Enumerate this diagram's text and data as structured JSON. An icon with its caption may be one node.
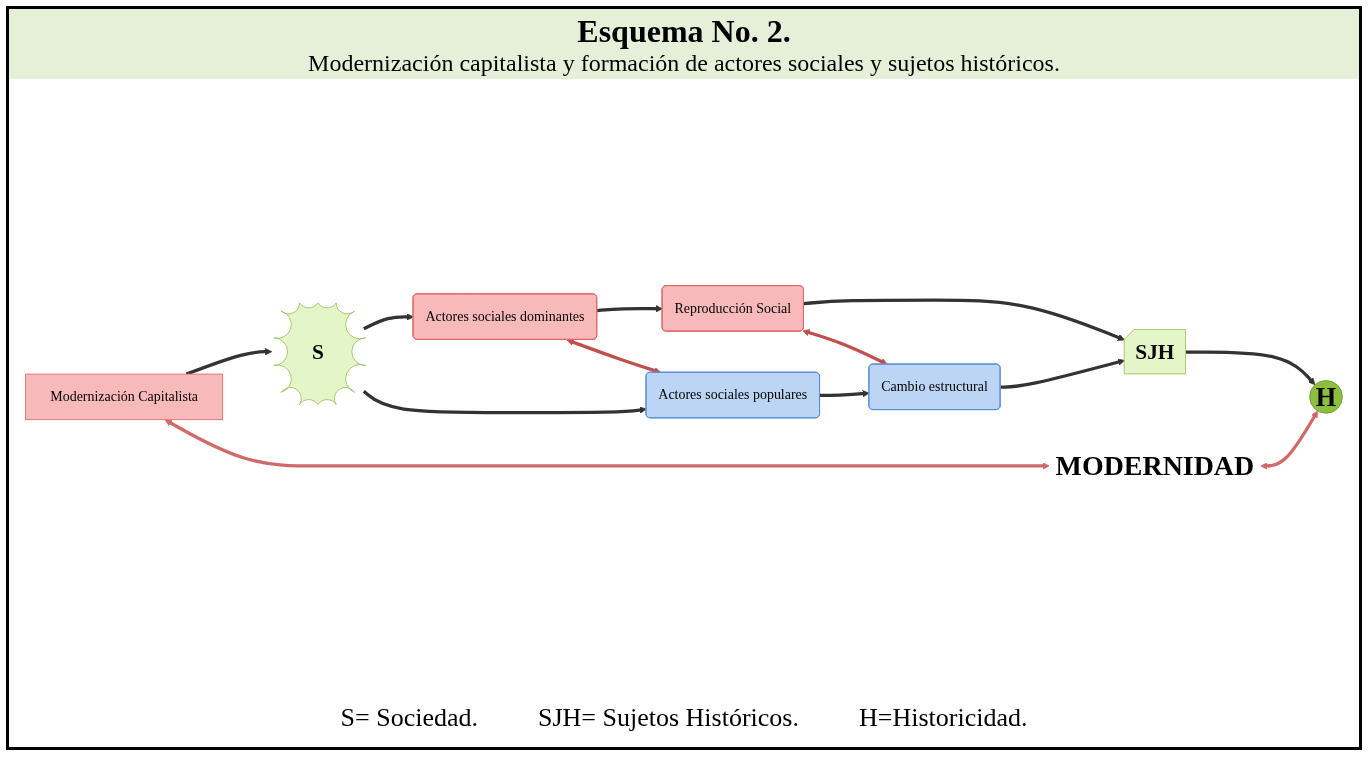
{
  "diagram": {
    "title": "Esquema No. 2.",
    "nodes": [
      {
        "text": [
          "Modernización Capitalista"
        ]
      },
      {
        "text": [
          "S"
        ]
      },
      {
        "text": [
          "Actores sociales dominantes"
        ]
      },
      {
        "text": [
          "Reproducción Social"
        ]
      },
      {
        "text": [
          "Actores sociales populares"
        ]
      },
      {
        "text": [
          "Cambio estructural"
        ]
      },
      {
        "text": [
          "SJH"
        ]
      },
      {
        "text": [
          "H"
        ]
      },
      {
        "text": [
          "MODERNIDAD"
        ]
      }
    ],
    "edges": [
      {
        "from": 0,
        "to": 1,
        "arrow": "to"
      },
      {
        "from": 1,
        "to": 2,
        "arrow": "to"
      },
      {
        "from": 1,
        "to": 4,
        "arrow": "to"
      },
      {
        "from": 2,
        "to": 3,
        "arrow": "to"
      },
      {
        "from": 4,
        "to": 5,
        "arrow": "to"
      },
      {
        "from": 3,
        "to": 6,
        "arrow": "to"
      },
      {
        "from": 5,
        "to": 6,
        "arrow": "to"
      },
      {
        "from": 6,
        "to": 7,
        "arrow": "to"
      },
      {
        "from": 2,
        "to": 4,
        "arrow": "both",
        "color": "#c0504d"
      },
      {
        "from": 3,
        "to": 5,
        "arrow": "both",
        "color": "#c0504d"
      },
      {
        "from": 0,
        "to": 8,
        "arrow": "both",
        "color": "#d06a68"
      },
      {
        "from": 8,
        "to": 7,
        "arrow": "both",
        "color": "#d06a68"
      }
    ],
    "labels": [
      "Modernización capitalista y formación de actores sociales y sujetos históricos.",
      "S= Sociedad.",
      "SJH= Sujetos Históricos.",
      "H=Historicidad."
    ]
  }
}
